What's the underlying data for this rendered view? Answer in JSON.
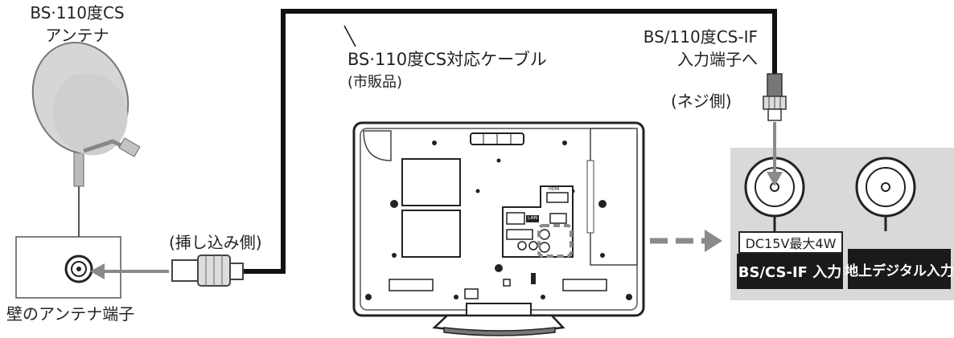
{
  "labels": {
    "dish_line1": "BS·110度CS",
    "dish_line2": "アンテナ",
    "cable_name": "BS·110度CS対応ケーブル",
    "cable_note": "(市販品)",
    "port_line1": "BS/110度CS-IF",
    "port_line2": "入力端子へ",
    "screw_side": "(ネジ側)",
    "insert_side": "(挿し込み側)",
    "wall_terminal": "壁のアンテナ端子"
  },
  "panel": {
    "voltage": "DC15V最大4W",
    "bs_input": "BS/CS-IF 入力",
    "terrestrial_input": "地上デジタル入力"
  },
  "tv": {
    "hdmi": "HDMI",
    "lan": "LAN"
  }
}
